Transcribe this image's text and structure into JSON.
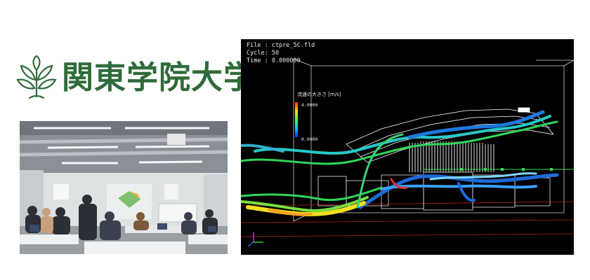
{
  "logo": {
    "text": "関東学院大学",
    "mark_icon": "university-leaf-emblem-icon",
    "color": "#2f6b3a"
  },
  "simulation": {
    "file_line": "File : ctpre_5C.fld",
    "cycle_line": "Cycle: 50",
    "time_line": "Time : 0.000000",
    "legend_title": "流速の大きさ [m/s]",
    "legend_max": "4.0000",
    "legend_min": "0.0000",
    "background": "#000000"
  }
}
